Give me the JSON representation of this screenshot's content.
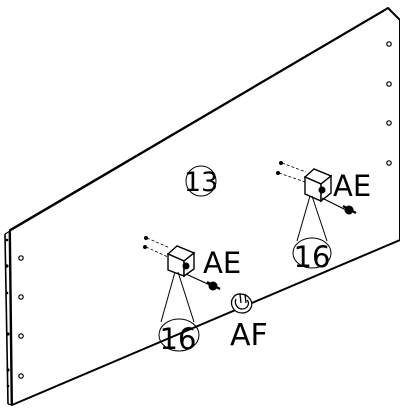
{
  "callouts": {
    "part_number": "13",
    "bracket_label": "AE",
    "qty_left": "16",
    "qty_right": "16",
    "clip_label": "AF"
  }
}
